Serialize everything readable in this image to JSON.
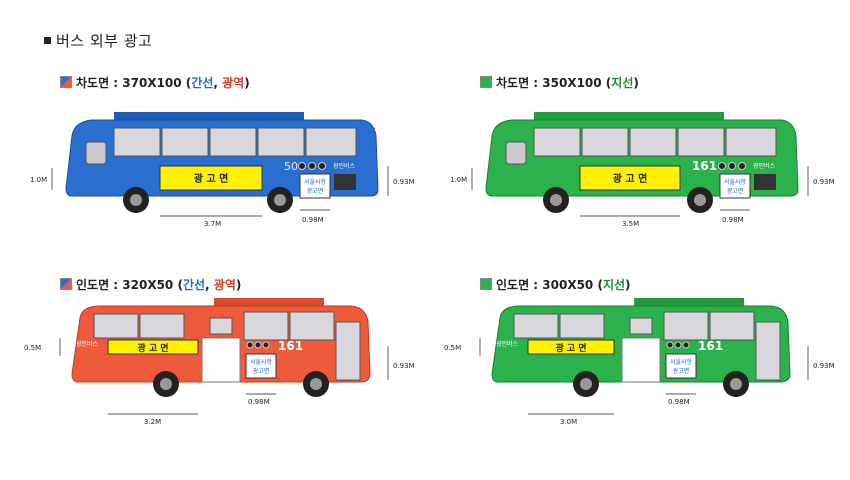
{
  "page": {
    "title": "버스 외부 광고"
  },
  "panels": [
    {
      "key": "p1",
      "side": "차도면",
      "size": " : 370X100 (",
      "cat1": "간선",
      "sep": ", ",
      "cat2": "광역",
      "close": ")",
      "route": "506",
      "ad_label": "광 고 면",
      "badge": "광인버스",
      "info_line1": "서울사항",
      "info_line2": "광고면",
      "dim_height": "1.0M",
      "dim_width": "3.7M",
      "dim_door": "0.98M",
      "dim_rear": "0.93M",
      "colors": {
        "body": "#2a6fd0",
        "roof": "#1f5cb3",
        "ad": "#fff200"
      }
    },
    {
      "key": "p2",
      "side": "차도면",
      "size": " : 350X100 (",
      "cat1": "지선",
      "close": ")",
      "route": "161",
      "ad_label": "광 고 면",
      "badge": "광인버스",
      "info_line1": "서울사항",
      "info_line2": "광고면",
      "dim_height": "1.0M",
      "dim_width": "3.5M",
      "dim_door": "0.98M",
      "dim_rear": "0.93M",
      "colors": {
        "body": "#2bb24c",
        "roof": "#229a3f",
        "ad": "#fff200"
      }
    },
    {
      "key": "p3",
      "side": "인도면",
      "size": " : 320X50 (",
      "cat1": "간선",
      "sep": ", ",
      "cat2": "광역",
      "close": ")",
      "route": "161",
      "ad_label": "광 고 면",
      "badge": "광인버스",
      "info_line1": "서울사항",
      "info_line2": "광고면",
      "dim_height": "0.5M",
      "dim_width": "3.2M",
      "dim_door": "0.98M",
      "dim_rear": "0.93M",
      "colors": {
        "body": "#ef5a3c",
        "roof": "#d84a2e",
        "ad": "#fff200"
      }
    },
    {
      "key": "p4",
      "side": "인도면",
      "size": " : 300X50 (",
      "cat1": "지선",
      "close": ")",
      "route": "161",
      "ad_label": "광 고 면",
      "badge": "광인버스",
      "info_line1": "서울사항",
      "info_line2": "광고면",
      "dim_height": "0.5M",
      "dim_width": "3.0M",
      "dim_door": "0.98M",
      "dim_rear": "0.93M",
      "colors": {
        "body": "#2bb24c",
        "roof": "#229a3f",
        "ad": "#fff200"
      }
    }
  ]
}
